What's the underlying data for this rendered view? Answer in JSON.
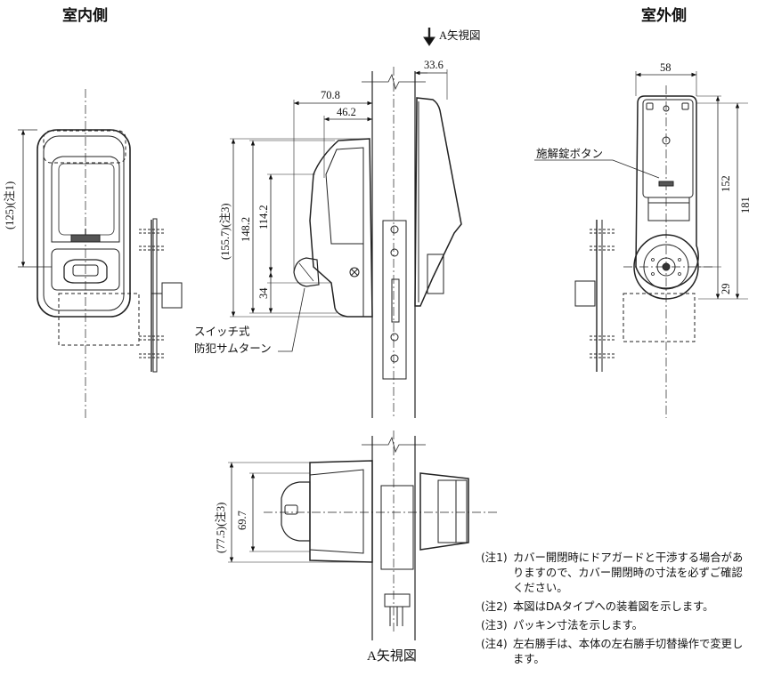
{
  "views": {
    "indoor_title": "室内側",
    "outdoor_title": "室外側",
    "arrow_view_marker": "A矢視図",
    "arrow_view_title": "A矢視図"
  },
  "dimensions": {
    "d125": "(125)(注1)",
    "d155_7": "(155.7)(注3)",
    "d148_2": "148.2",
    "d114_2": "114.2",
    "d34": "34",
    "d70_8": "70.8",
    "d46_2": "46.2",
    "d33_6": "33.6",
    "d58": "58",
    "d152": "152",
    "d181": "181",
    "d29": "29",
    "d77_5": "(77.5)(注3)",
    "d69_7": "69.7"
  },
  "labels": {
    "switch_line1": "スイッチ式",
    "switch_line2": "防犯サムターン",
    "lock_button": "施解錠ボタン"
  },
  "notes": [
    {
      "key": "(注1)",
      "text": "カバー開閉時にドアガードと干渉する場合がありますので、カバー開閉時の寸法を必ずご確認ください。"
    },
    {
      "key": "(注2)",
      "text": "本図はDAタイプへの装着図を示します。"
    },
    {
      "key": "(注3)",
      "text": "パッキン寸法を示します。"
    },
    {
      "key": "(注4)",
      "text": "左右勝手は、本体の左右勝手切替操作で変更します。"
    }
  ]
}
